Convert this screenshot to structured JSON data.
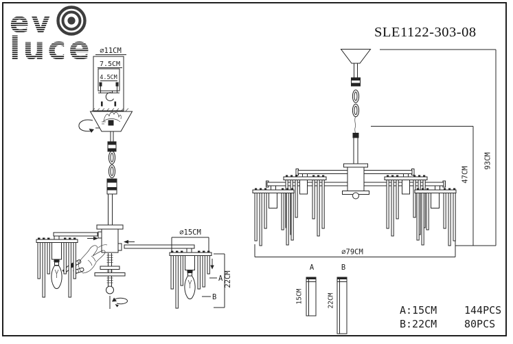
{
  "brand": {
    "line1": "ev",
    "line2": "luce"
  },
  "model_number": "SLE1122-303-08",
  "colors": {
    "ink": "#242424",
    "logo_gray": "#3e3e3e",
    "paper": "#ffffff"
  },
  "assembly_view": {
    "canopy_detail": {
      "diameter_label": "⌀11CM",
      "bracket_width_label": "7.5CM",
      "inner_width_label": "4.5CM"
    },
    "cluster": {
      "diameter_label": "⌀15CM",
      "height_label": "22CM",
      "tube_a_label": "A",
      "tube_b_label": "B"
    }
  },
  "front_view": {
    "body_height_label": "47CM",
    "total_height_label": "93CM",
    "diameter_label": "⌀79CM"
  },
  "parts_detail": {
    "tube_a": {
      "label": "A",
      "length_label": "15CM"
    },
    "tube_b": {
      "label": "B",
      "length_label": "22CM"
    },
    "specs": [
      {
        "size": "A:15CM",
        "qty": "144PCS"
      },
      {
        "size": "B:22CM",
        "qty": "80PCS"
      }
    ]
  }
}
